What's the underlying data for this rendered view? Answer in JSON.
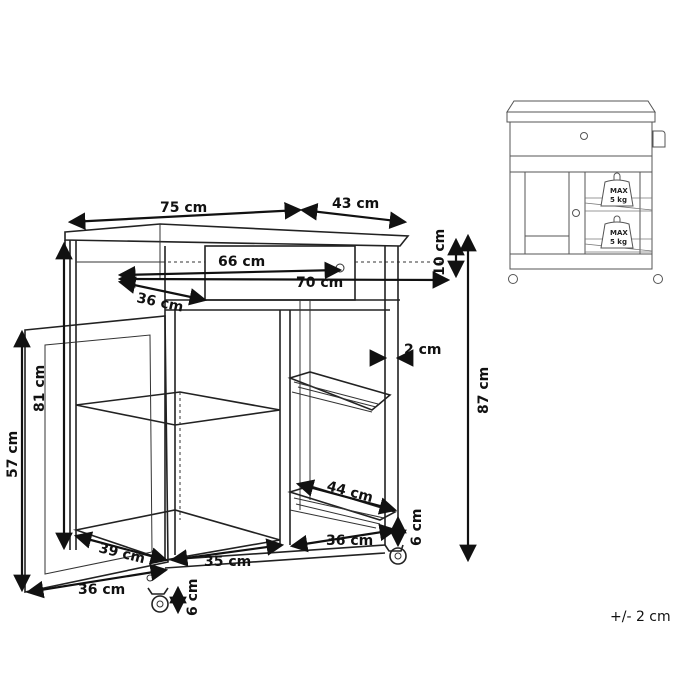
{
  "dimensions": {
    "top_width": "75 cm",
    "top_depth": "43 cm",
    "drawer_width": "66 cm",
    "drawer_depth_total": "70 cm",
    "drawer_depth": "36 cm",
    "drawer_height": "10 cm",
    "frame_thickness": "2 cm",
    "inner_height": "81 cm",
    "total_height": "87 cm",
    "door_height": "57 cm",
    "shelf_width": "44 cm",
    "shelf_depth": "36 cm",
    "wheel_height_right": "6 cm",
    "cabinet_depth": "39 cm",
    "cabinet_width": "35 cm",
    "door_width": "36 cm",
    "wheel_height_left": "6 cm"
  },
  "tolerance": "+/- 2 cm",
  "thumbnail": {
    "max_load_top": [
      "MAX",
      "5 kg"
    ],
    "max_load_bottom": [
      "MAX",
      "5 kg"
    ]
  }
}
